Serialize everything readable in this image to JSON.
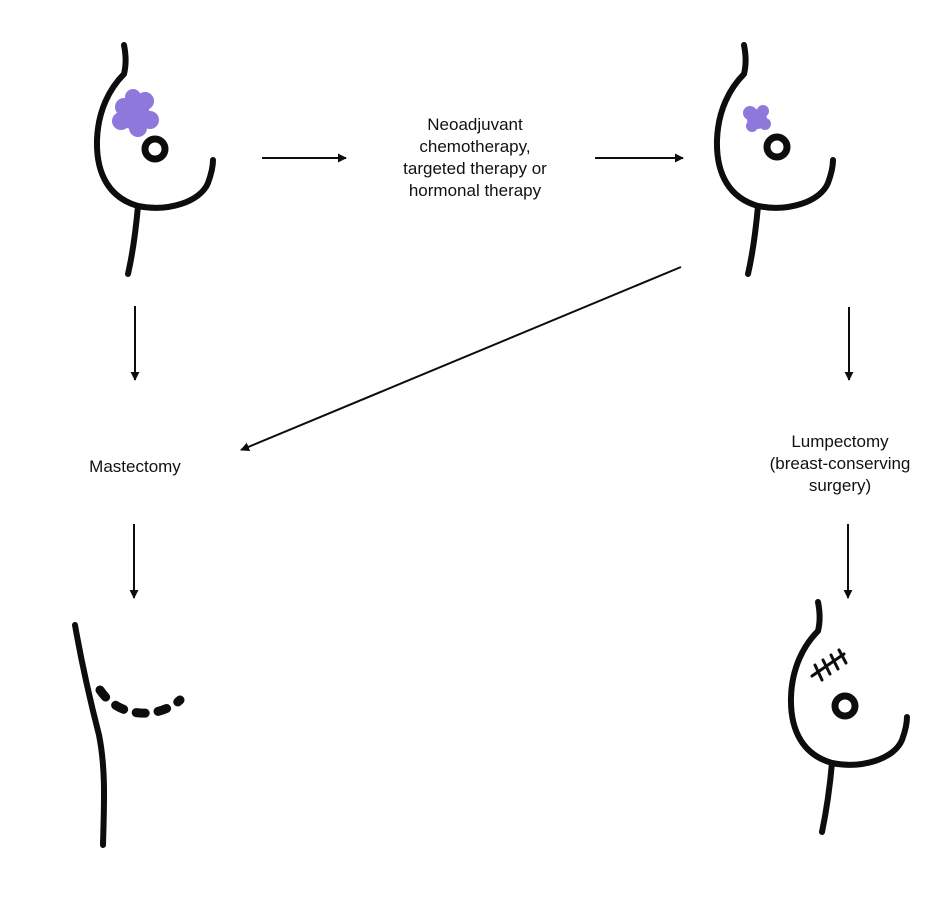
{
  "labels": {
    "neoadjuvant": [
      "Neoadjuvant",
      "chemotherapy,",
      "targeted therapy or",
      "hormonal therapy"
    ],
    "mastectomy": [
      "Mastectomy"
    ],
    "lumpectomy": [
      "Lumpectomy",
      "(breast-conserving",
      "surgery)"
    ]
  },
  "colors": {
    "stroke": "#0d0d0d",
    "tumor": "#8f78dc",
    "background": "#ffffff"
  },
  "icons": {
    "before": "breast-with-tumor-icon",
    "after_therapy": "breast-with-shrunken-tumor-icon",
    "mastectomy_result": "chest-after-mastectomy-icon",
    "lumpectomy_result": "breast-with-scar-icon"
  }
}
